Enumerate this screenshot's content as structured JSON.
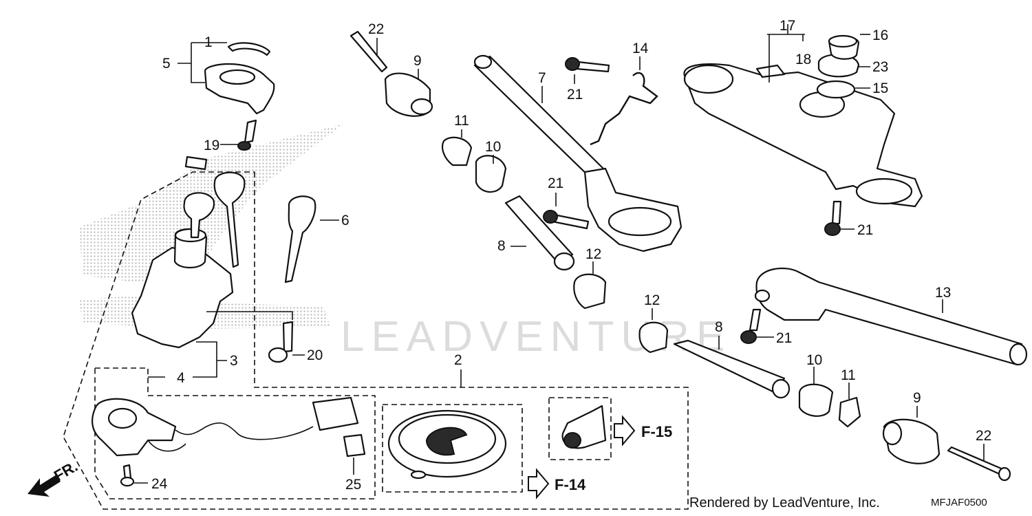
{
  "watermark": "LEADVENTURE",
  "credit": "Rendered by LeadVenture, Inc.",
  "diagram_code": "MFJAF0500",
  "front_label": "FR.",
  "refs": {
    "f15": "F-15",
    "f14": "F-14"
  },
  "callouts": {
    "c1": "1",
    "c2": "2",
    "c3": "3",
    "c4": "4",
    "c5": "5",
    "c6": "6",
    "c7": "7",
    "c8a": "8",
    "c8b": "8",
    "c9a": "9",
    "c9b": "9",
    "c10a": "10",
    "c10b": "10",
    "c11a": "11",
    "c11b": "11",
    "c12a": "12",
    "c12b": "12",
    "c13": "13",
    "c14": "14",
    "c15": "15",
    "c16": "16",
    "c17": "17",
    "c18": "18",
    "c19": "19",
    "c20": "20",
    "c21a": "21",
    "c21b": "21",
    "c21c": "21",
    "c21d": "21",
    "c22a": "22",
    "c22b": "22",
    "c23": "23",
    "c24": "24",
    "c25": "25"
  },
  "icons": {
    "front_arrow": "arrow-left-down-icon",
    "ref_arrow": "arrow-right-outline-icon"
  }
}
